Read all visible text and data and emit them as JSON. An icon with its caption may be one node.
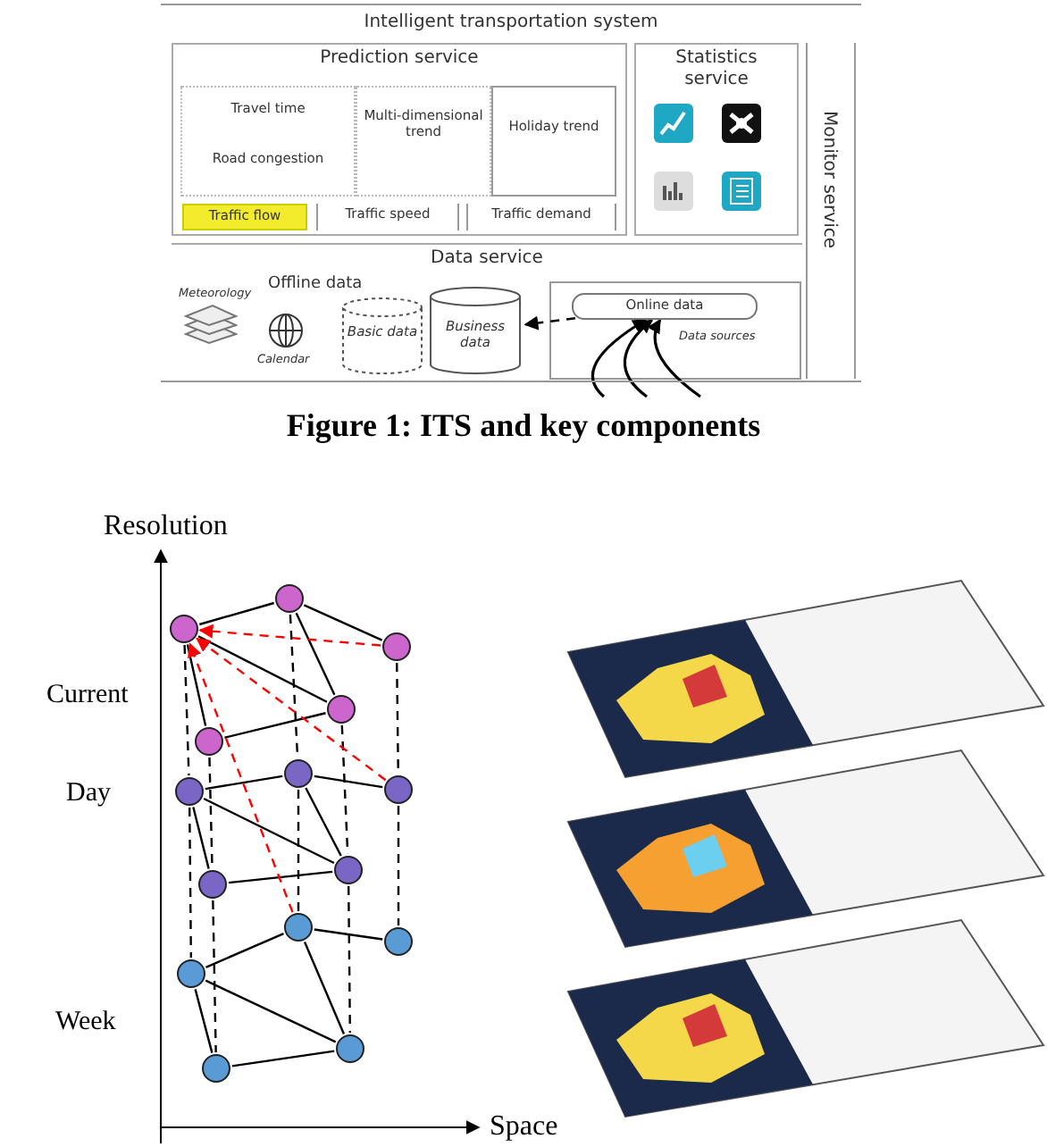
{
  "diagram": {
    "caption": "Figure 1: ITS and key components",
    "nodes": [
      {
        "text": [
          "Intelligent transportation system"
        ]
      },
      {
        "text": [
          "Prediction service"
        ],
        "in": 0
      },
      {
        "text": [
          "Travel time",
          "Road congestion"
        ],
        "in": 1
      },
      {
        "text": [
          "Multi-dimensional trend"
        ],
        "in": 1
      },
      {
        "text": [
          "Holiday trend"
        ],
        "in": 1
      },
      {
        "text": [
          "Traffic flow"
        ],
        "in": 1
      },
      {
        "text": [
          "Traffic speed"
        ],
        "in": 1
      },
      {
        "text": [
          "Traffic demand"
        ],
        "in": 1
      },
      {
        "text": [
          "Statistics service"
        ],
        "in": 0
      },
      {
        "text": [
          "Monitor service"
        ],
        "in": 0
      },
      {
        "text": [
          "Data service"
        ],
        "in": 0
      },
      {
        "text": [
          "Basic data"
        ],
        "in": 10
      },
      {
        "text": [
          "Business data"
        ],
        "in": 10
      },
      {
        "text": [
          "Online data"
        ],
        "in": 10
      },
      {
        "text": [],
        "shape": "circle"
      },
      {
        "text": [],
        "shape": "circle"
      },
      {
        "text": [],
        "shape": "circle"
      },
      {
        "text": [],
        "shape": "circle"
      },
      {
        "text": [],
        "shape": "circle"
      },
      {
        "text": [],
        "shape": "circle"
      },
      {
        "text": [],
        "shape": "circle"
      },
      {
        "text": [],
        "shape": "circle"
      },
      {
        "text": [],
        "shape": "circle"
      },
      {
        "text": [],
        "shape": "circle"
      },
      {
        "text": [],
        "shape": "circle"
      },
      {
        "text": [],
        "shape": "circle"
      },
      {
        "text": [],
        "shape": "circle"
      },
      {
        "text": [],
        "shape": "circle"
      },
      {
        "text": [],
        "shape": "circle"
      }
    ],
    "edges": [
      {
        "from": 13,
        "to": 12,
        "arrow": "to",
        "style": "dashed"
      },
      {
        "from": null,
        "to": 13,
        "arrow": "to"
      },
      {
        "from": null,
        "to": 13,
        "arrow": "to"
      },
      {
        "from": null,
        "to": 13,
        "arrow": "to"
      },
      {
        "from": 15,
        "to": 14,
        "arrow": "none"
      },
      {
        "from": 14,
        "to": 16,
        "arrow": "none"
      },
      {
        "from": 14,
        "to": 17,
        "arrow": "none"
      },
      {
        "from": 15,
        "to": 17,
        "arrow": "none"
      },
      {
        "from": 15,
        "to": 18,
        "arrow": "none"
      },
      {
        "from": 18,
        "to": 17,
        "arrow": "none"
      },
      {
        "from": 21,
        "to": 19,
        "arrow": "none"
      },
      {
        "from": 19,
        "to": 20,
        "arrow": "none"
      },
      {
        "from": 21,
        "to": 22,
        "arrow": "none"
      },
      {
        "from": 19,
        "to": 22,
        "arrow": "none"
      },
      {
        "from": 21,
        "to": 23,
        "arrow": "none"
      },
      {
        "from": 23,
        "to": 22,
        "arrow": "none"
      },
      {
        "from": 26,
        "to": 24,
        "arrow": "none"
      },
      {
        "from": 24,
        "to": 25,
        "arrow": "none"
      },
      {
        "from": 26,
        "to": 27,
        "arrow": "none"
      },
      {
        "from": 24,
        "to": 27,
        "arrow": "none"
      },
      {
        "from": 26,
        "to": 28,
        "arrow": "none"
      },
      {
        "from": 28,
        "to": 27,
        "arrow": "none"
      },
      {
        "from": 15,
        "to": 21,
        "arrow": "none",
        "style": "dashed"
      },
      {
        "from": 21,
        "to": 26,
        "arrow": "none",
        "style": "dashed"
      },
      {
        "from": 18,
        "to": 23,
        "arrow": "none",
        "style": "dashed"
      },
      {
        "from": 23,
        "to": 28,
        "arrow": "none",
        "style": "dashed"
      },
      {
        "from": 14,
        "to": 19,
        "arrow": "none",
        "style": "dashed"
      },
      {
        "from": 19,
        "to": 24,
        "arrow": "none",
        "style": "dashed"
      },
      {
        "from": 16,
        "to": 20,
        "arrow": "none",
        "style": "dashed"
      },
      {
        "from": 20,
        "to": 25,
        "arrow": "none",
        "style": "dashed"
      },
      {
        "from": 17,
        "to": 22,
        "arrow": "none",
        "style": "dashed"
      },
      {
        "from": 22,
        "to": 27,
        "arrow": "none",
        "style": "dashed"
      },
      {
        "from": 16,
        "to": 15,
        "arrow": "to",
        "style": "dashed",
        "color": "#ff0000"
      },
      {
        "from": 20,
        "to": 15,
        "arrow": "to",
        "style": "dashed",
        "color": "#ff0000"
      },
      {
        "from": 24,
        "to": 15,
        "arrow": "to",
        "style": "dashed",
        "color": "#ff0000"
      }
    ],
    "labels": [
      "Offline data",
      "Meteorology",
      "Calendar",
      "Data sources",
      "Resolution",
      "Current",
      "Day",
      "Week",
      "Space"
    ]
  }
}
